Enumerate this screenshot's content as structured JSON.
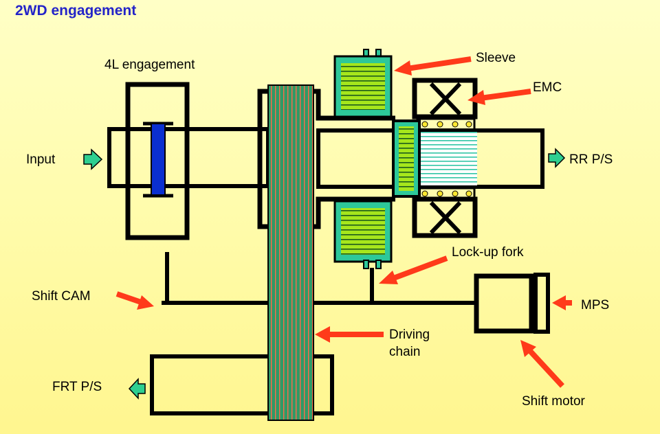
{
  "title": "2WD engagement",
  "labels": {
    "four_l": "4L engagement",
    "input": "Input",
    "sleeve": "Sleeve",
    "emc": "EMC",
    "rr_ps": "RR P/S",
    "lockup_fork": "Lock-up fork",
    "shift_cam": "Shift CAM",
    "mps": "MPS",
    "driving_chain_1": "Driving",
    "driving_chain_2": "chain",
    "frt_ps": "FRT P/S",
    "shift_motor": "Shift motor"
  },
  "colors": {
    "arrow": "#ff3a1a",
    "flow_arrow": "#2ecf90",
    "chain": "#2f9a66",
    "chain_stripe": "#ff6a4a",
    "sleeve": "#2dc89a",
    "sleeve_fill": "#a6e61c",
    "clutch": "#0a2fd0",
    "bearing": "#ffe830",
    "title": "#2424c8"
  }
}
